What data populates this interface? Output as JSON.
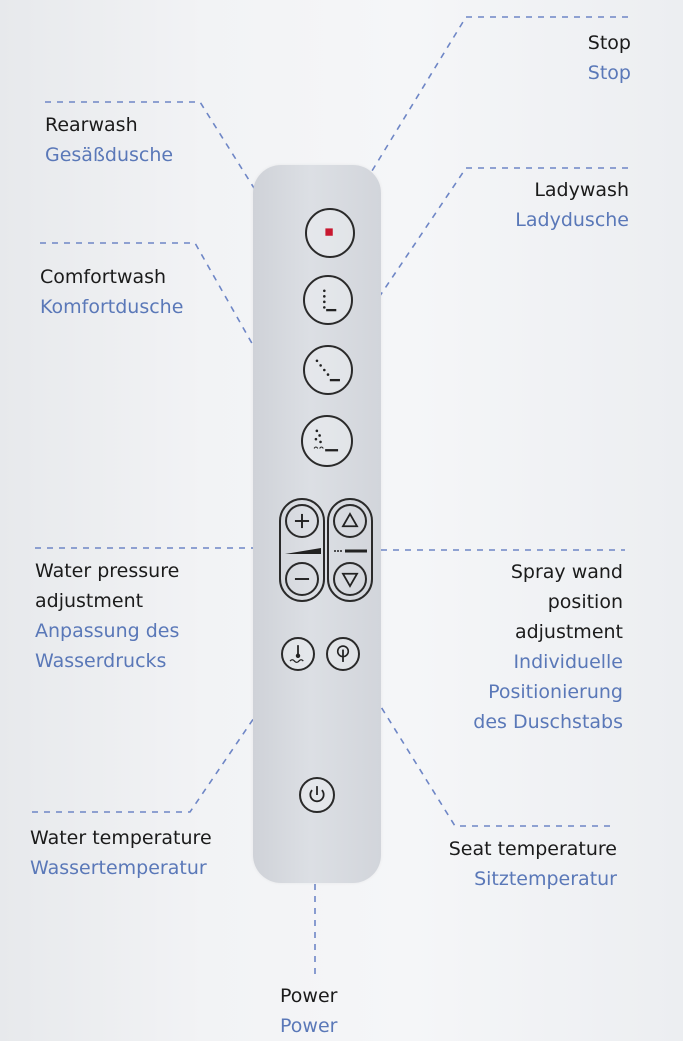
{
  "labels": {
    "stop": {
      "en": "Stop",
      "de": "Stop"
    },
    "rearwash": {
      "en": "Rearwash",
      "de": "Gesäßdusche"
    },
    "ladywash": {
      "en": "Ladywash",
      "de": "Ladydusche"
    },
    "comfortwash": {
      "en": "Comfortwash",
      "de": "Komfortdusche"
    },
    "water_pressure": {
      "en_1": "Water pressure",
      "en_2": "adjustment",
      "de_1": "Anpassung des",
      "de_2": "Wasserdrucks"
    },
    "spray_wand": {
      "en_1": "Spray wand",
      "en_2": "position",
      "en_3": "adjustment",
      "de_1": "Individuelle",
      "de_2": "Positionierung",
      "de_3": "des Duschstabs"
    },
    "water_temperature": {
      "en": "Water temperature",
      "de": "Wassertemperatur"
    },
    "seat_temperature": {
      "en": "Seat temperature",
      "de": "Sitztemperatur"
    },
    "power": {
      "en": "Power",
      "de": "Power"
    }
  },
  "icons": {
    "stop": "stop-square-icon",
    "rearwash": "rearwash-icon",
    "ladywash": "ladywash-icon",
    "comfortwash": "comfortwash-icon",
    "pressure_up": "plus-icon",
    "pressure_down": "minus-icon",
    "position_up": "triangle-up-icon",
    "position_down": "triangle-down-icon",
    "water_temperature": "water-temperature-icon",
    "seat_temperature": "seat-temperature-icon",
    "power": "power-icon"
  },
  "colors": {
    "english_text": "#1b1b1b",
    "german_text": "#5a78b8",
    "leader_line": "#6e86c6",
    "stop_accent": "#c8172f"
  }
}
